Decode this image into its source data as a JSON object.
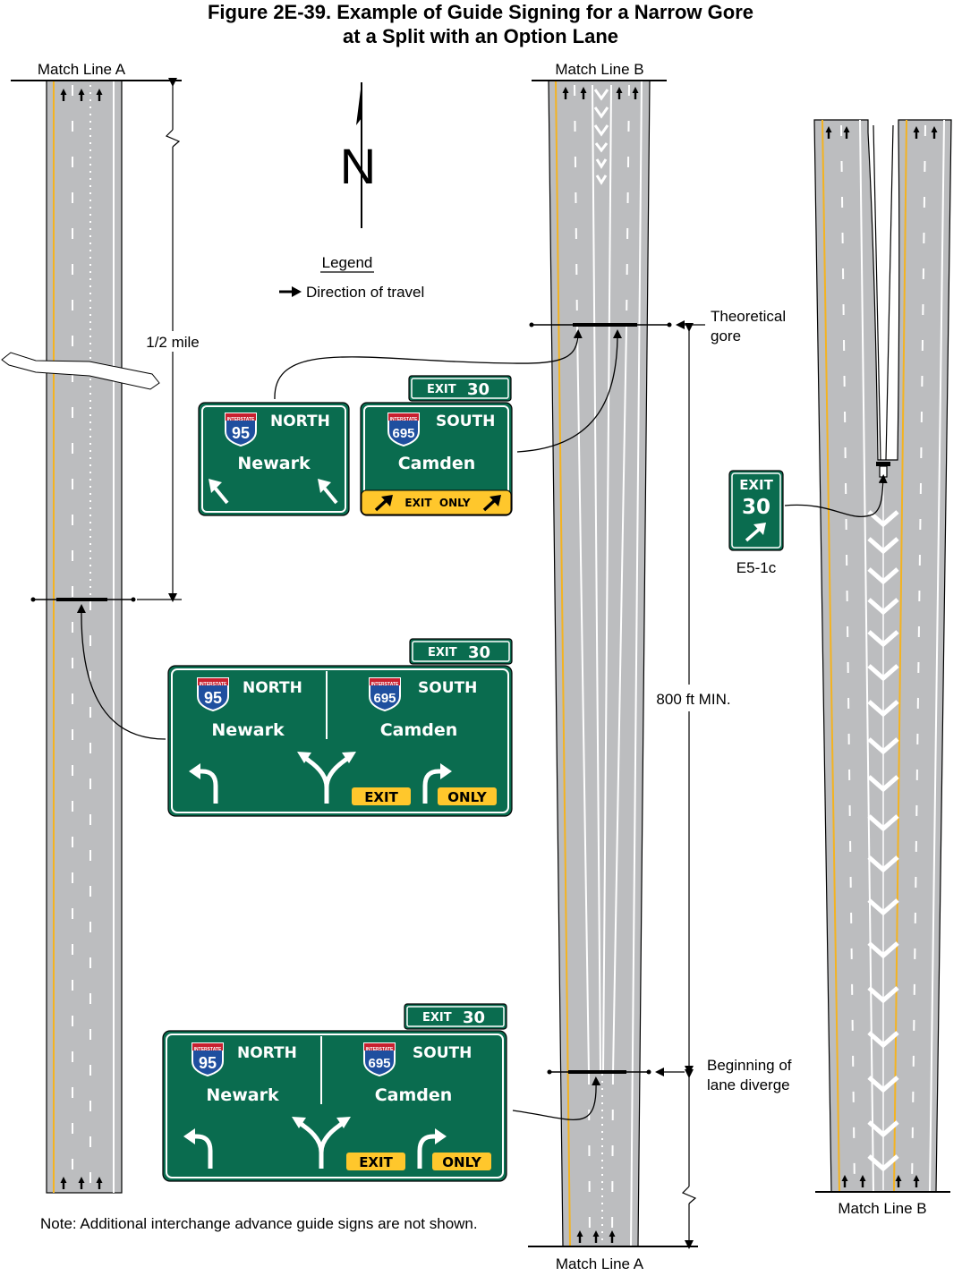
{
  "title": {
    "line1": "Figure 2E-39.  Example of Guide Signing for a Narrow Gore",
    "line2": "at a Split with an Option Lane"
  },
  "labels": {
    "match_line_a": "Match Line A",
    "match_line_b": "Match Line B",
    "half_mile": "1/2 mile",
    "eight_hundred_ft": "800 ft MIN.",
    "theoretical_gore_1": "Theoretical",
    "theoretical_gore_2": "gore",
    "lane_diverge_1": "Beginning of",
    "lane_diverge_2": "lane diverge",
    "e5_1c": "E5-1c",
    "note": "Note:  Additional interchange advance guide signs are not shown."
  },
  "compass": {
    "letter": "N"
  },
  "legend": {
    "title": "Legend",
    "direction": "Direction of travel"
  },
  "signs": {
    "exit_plaque": {
      "word": "EXIT",
      "number": "30"
    },
    "north": {
      "shield_top": "INTERSTATE",
      "shield_number": "95",
      "cardinal": "NORTH",
      "city": "Newark"
    },
    "south": {
      "shield_top": "INTERSTATE",
      "shield_number": "695",
      "cardinal": "SOUTH",
      "city": "Camden"
    },
    "exit_only_panel": "EXIT  ONLY",
    "exit_tag": "EXIT",
    "only_tag": "ONLY",
    "gore_sign": {
      "word": "EXIT",
      "number": "30"
    }
  },
  "colors": {
    "sign_green": "#0a6c4f",
    "pavement": "#bcbdbf",
    "edge_yellow": "#f4b320",
    "caution_yellow": "#ffc72c",
    "shield_blue": "#1f4f9f",
    "shield_red": "#c8202f"
  }
}
